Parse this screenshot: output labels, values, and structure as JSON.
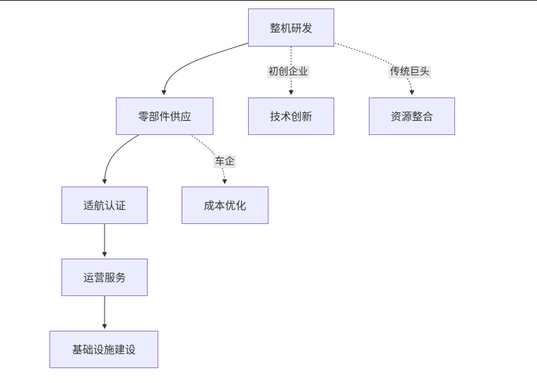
{
  "nodes": {
    "root": "整机研发",
    "parts": "零部件供应",
    "tech": "技术创新",
    "resource": "资源整合",
    "airworthiness": "适航认证",
    "cost": "成本优化",
    "operations": "运营服务",
    "infrastructure": "基础设施建设"
  },
  "edge_labels": {
    "startups": "初创企业",
    "incumbents": "传统巨头",
    "automakers": "车企"
  },
  "colors": {
    "node_fill": "#ececff",
    "node_border": "#9370db",
    "edge": "#333333",
    "label_bg": "#e8e8e8"
  }
}
